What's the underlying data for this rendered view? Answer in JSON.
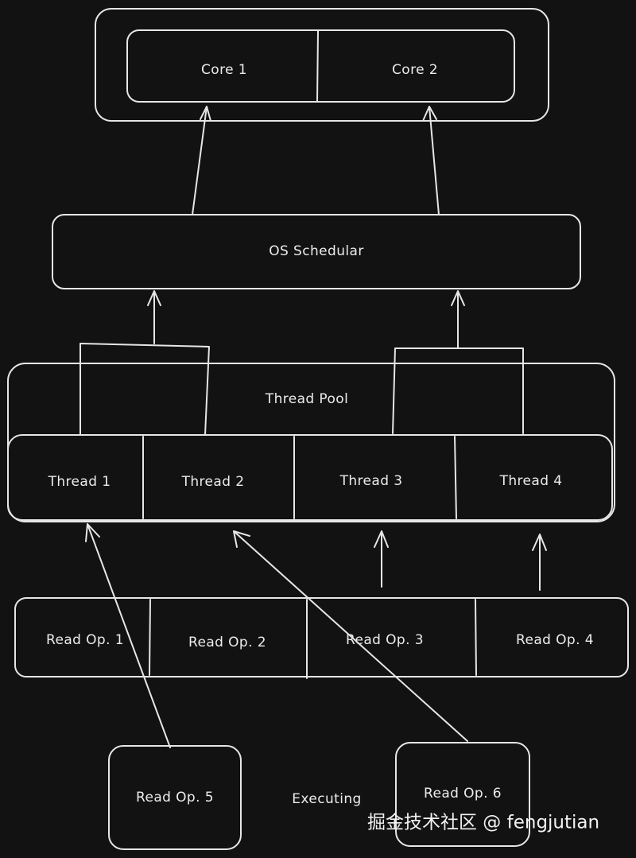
{
  "cpu": {
    "cores": [
      "Core 1",
      "Core 2"
    ]
  },
  "scheduler": {
    "label": "OS Schedular"
  },
  "thread_pool": {
    "label": "Thread Pool",
    "threads": [
      "Thread 1",
      "Thread 2",
      "Thread 3",
      "Thread 4"
    ]
  },
  "read_ops": {
    "queue": [
      "Read Op. 1",
      "Read Op. 2",
      "Read Op. 3",
      "Read Op. 4"
    ],
    "pending": [
      "Read Op. 5",
      "Read Op. 6"
    ]
  },
  "executing_label": "Executing",
  "watermark": "掘金技术社区 @ fengjutian",
  "colors": {
    "background": "#121212",
    "stroke": "#e6e6e6",
    "text": "#ececec"
  }
}
